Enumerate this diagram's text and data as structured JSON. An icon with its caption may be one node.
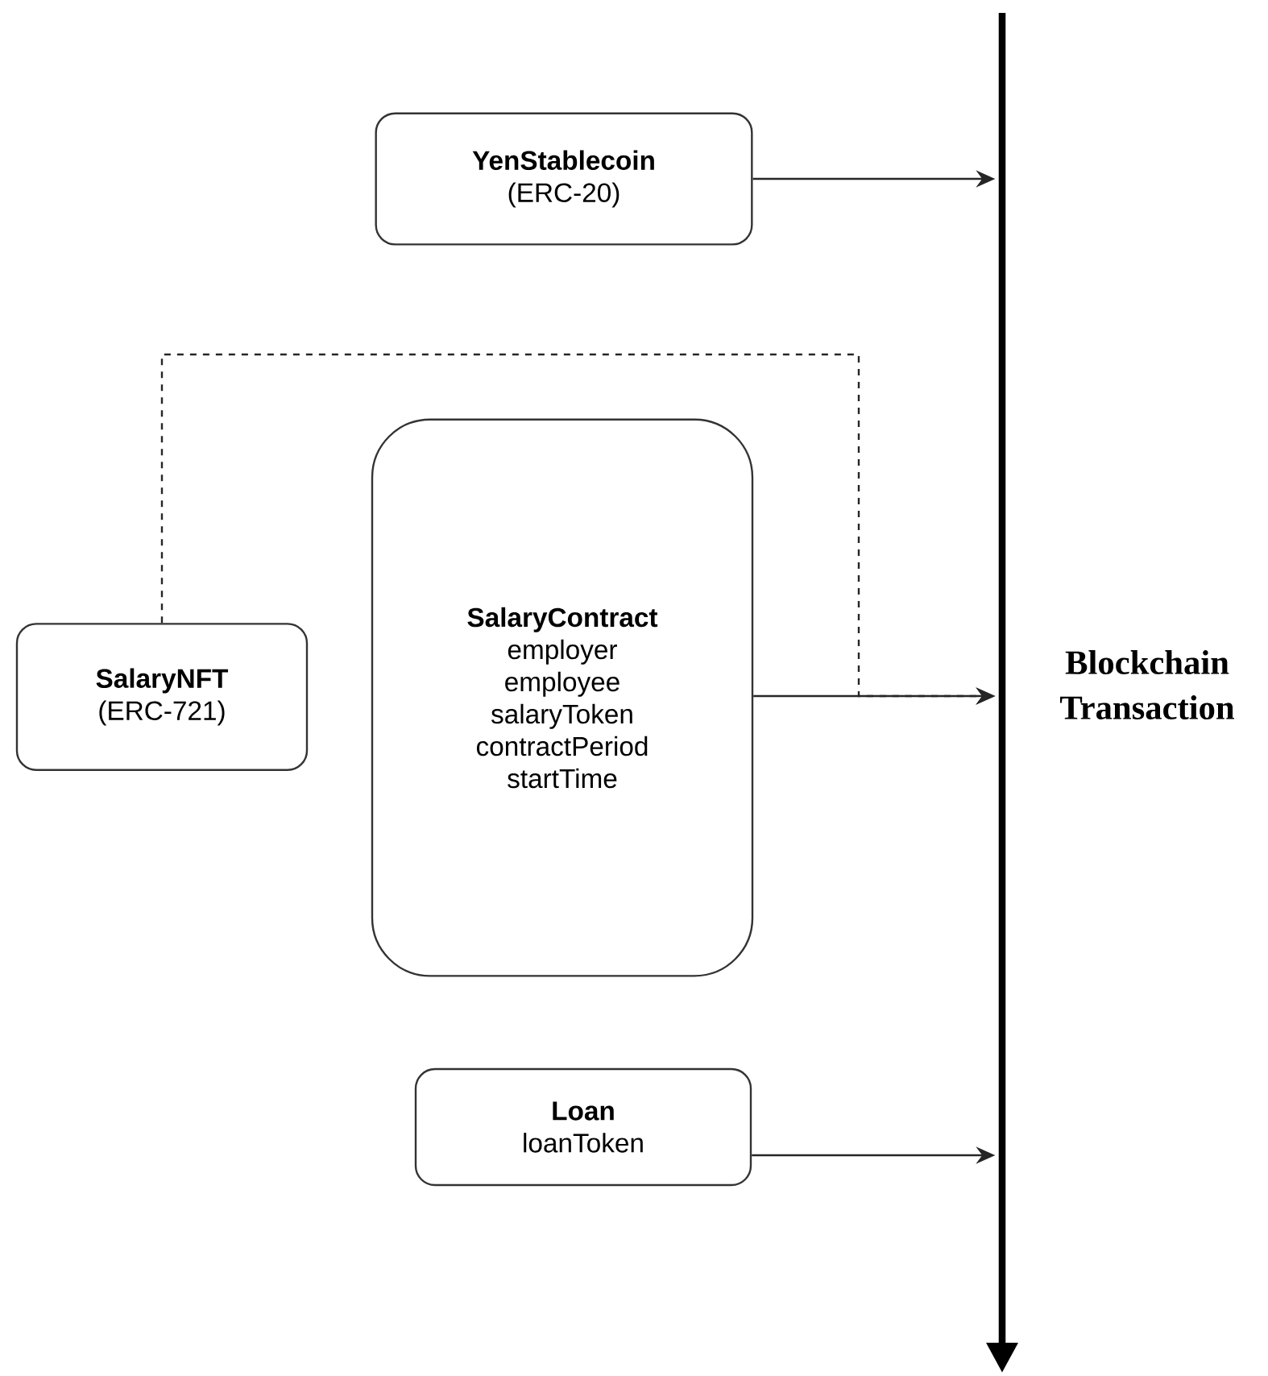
{
  "diagram": {
    "nodes": [
      {
        "text": [
          "YenStablecoin",
          "(ERC-20)"
        ]
      },
      {
        "text": [
          "SalaryContract",
          "employer",
          "employee",
          "salaryToken",
          "contractPeriod",
          "startTime"
        ]
      },
      {
        "text": [
          "SalaryNFT",
          "(ERC-721)"
        ]
      },
      {
        "text": [
          "Loan",
          "loanToken"
        ]
      },
      {
        "text": [],
        "shape": "bar",
        "beside": [
          "Blockchain Transaction"
        ]
      }
    ],
    "edges": [
      {
        "from": 0,
        "to": 4,
        "arrow": "to"
      },
      {
        "from": 1,
        "to": 4,
        "arrow": "to"
      },
      {
        "from": 2,
        "to": 4,
        "arrow": "to",
        "style": "dashed"
      },
      {
        "from": 3,
        "to": 4,
        "arrow": "to"
      }
    ]
  }
}
